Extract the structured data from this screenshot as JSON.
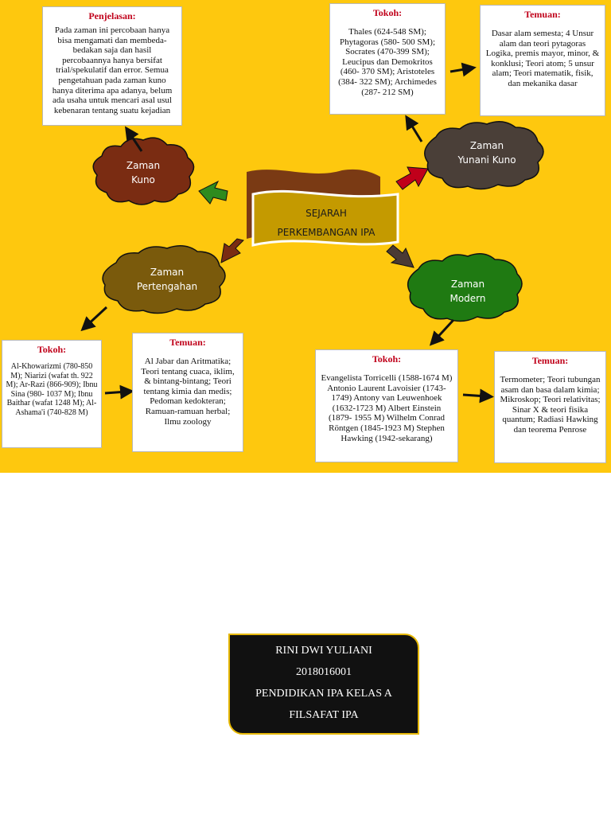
{
  "title": {
    "line1": "SEJARAH",
    "line2": "PERKEMBANGAN IPA"
  },
  "eras": {
    "kuno": {
      "line1": "Zaman",
      "line2": "Kuno"
    },
    "yunani": {
      "line1": "Zaman",
      "line2": "Yunani Kuno"
    },
    "pertengahan": {
      "line1": "Zaman",
      "line2": "Pertengahan"
    },
    "modern": {
      "line1": "Zaman",
      "line2": "Modern"
    }
  },
  "penjelasan": {
    "heading": "Penjelasan:",
    "text": "Pada zaman ini percobaan hanya bisa mengamati dan membeda-bedakan saja dan hasil percobaannya hanya bersifat trial/spekulatif dan error. Semua pengetahuan pada zaman kuno hanya diterima apa adanya, belum ada usaha untuk mencari asal usul kebenaran tentang suatu kejadian"
  },
  "yunani_tokoh": {
    "heading": "Tokoh:",
    "text": "Thales (624-548 SM); Phytagoras (580- 500 SM); Socrates (470-399 SM); Leucipus dan Demokritos (460- 370 SM); Aristoteles (384- 322 SM); Archimedes (287- 212 SM)"
  },
  "yunani_temuan": {
    "heading": "Temuan:",
    "text": "Dasar alam semesta; 4 Unsur alam dan teori pytagoras Logika, premis mayor, minor, & konklusi; Teori atom; 5 unsur alam; Teori matematik, fisik, dan mekanika dasar"
  },
  "pertengahan_tokoh": {
    "heading": "Tokoh:",
    "text": "Al-Khowarizmi (780-850 M); Niarizi (wafat th. 922 M); Ar-Razi (866-909); Ibnu Sina (980- 1037 M); Ibnu Baithar (wafat 1248 M); Al-Ashama'i (740-828 M)"
  },
  "pertengahan_temuan": {
    "heading": "Temuan:",
    "text": "Al Jabar dan Aritmatika; Teori tentang cuaca, iklim, & bintang-bintang; Teori tentang kimia dan medis; Pedoman kedokteran; Ramuan-ramuan herbal; Ilmu zoology"
  },
  "modern_tokoh": {
    "heading": "Tokoh:",
    "text": "Evangelista Torricelli (1588-1674 M) Antonio Laurent Lavoisier (1743-1749) Antony van Leuwenhoek (1632-1723 M) Albert Einstein (1879- 1955 M) Wilhelm Conrad Röntgen (1845-1923 M) Stephen Hawking (1942-sekarang)"
  },
  "modern_temuan": {
    "heading": "Temuan:",
    "text": "Termometer; Teori tubungan asam dan basa dalam kimia; Mikroskop; Teori relativitas; Sinar X & teori fisika quantum; Radiasi Hawking dan teorema Penrose"
  },
  "author": {
    "name": "RINI DWI YULIANI",
    "nim": "2018016001",
    "class": "PENDIDIKAN IPA KELAS A",
    "course": "FILSAFAT IPA"
  },
  "colors": {
    "background": "#fec80e",
    "kuno": "#7a2c12",
    "yunani": "#4a3f38",
    "pertengahan": "#7a5a0c",
    "modern": "#1f7a12",
    "heading_red": "#c0001a"
  }
}
